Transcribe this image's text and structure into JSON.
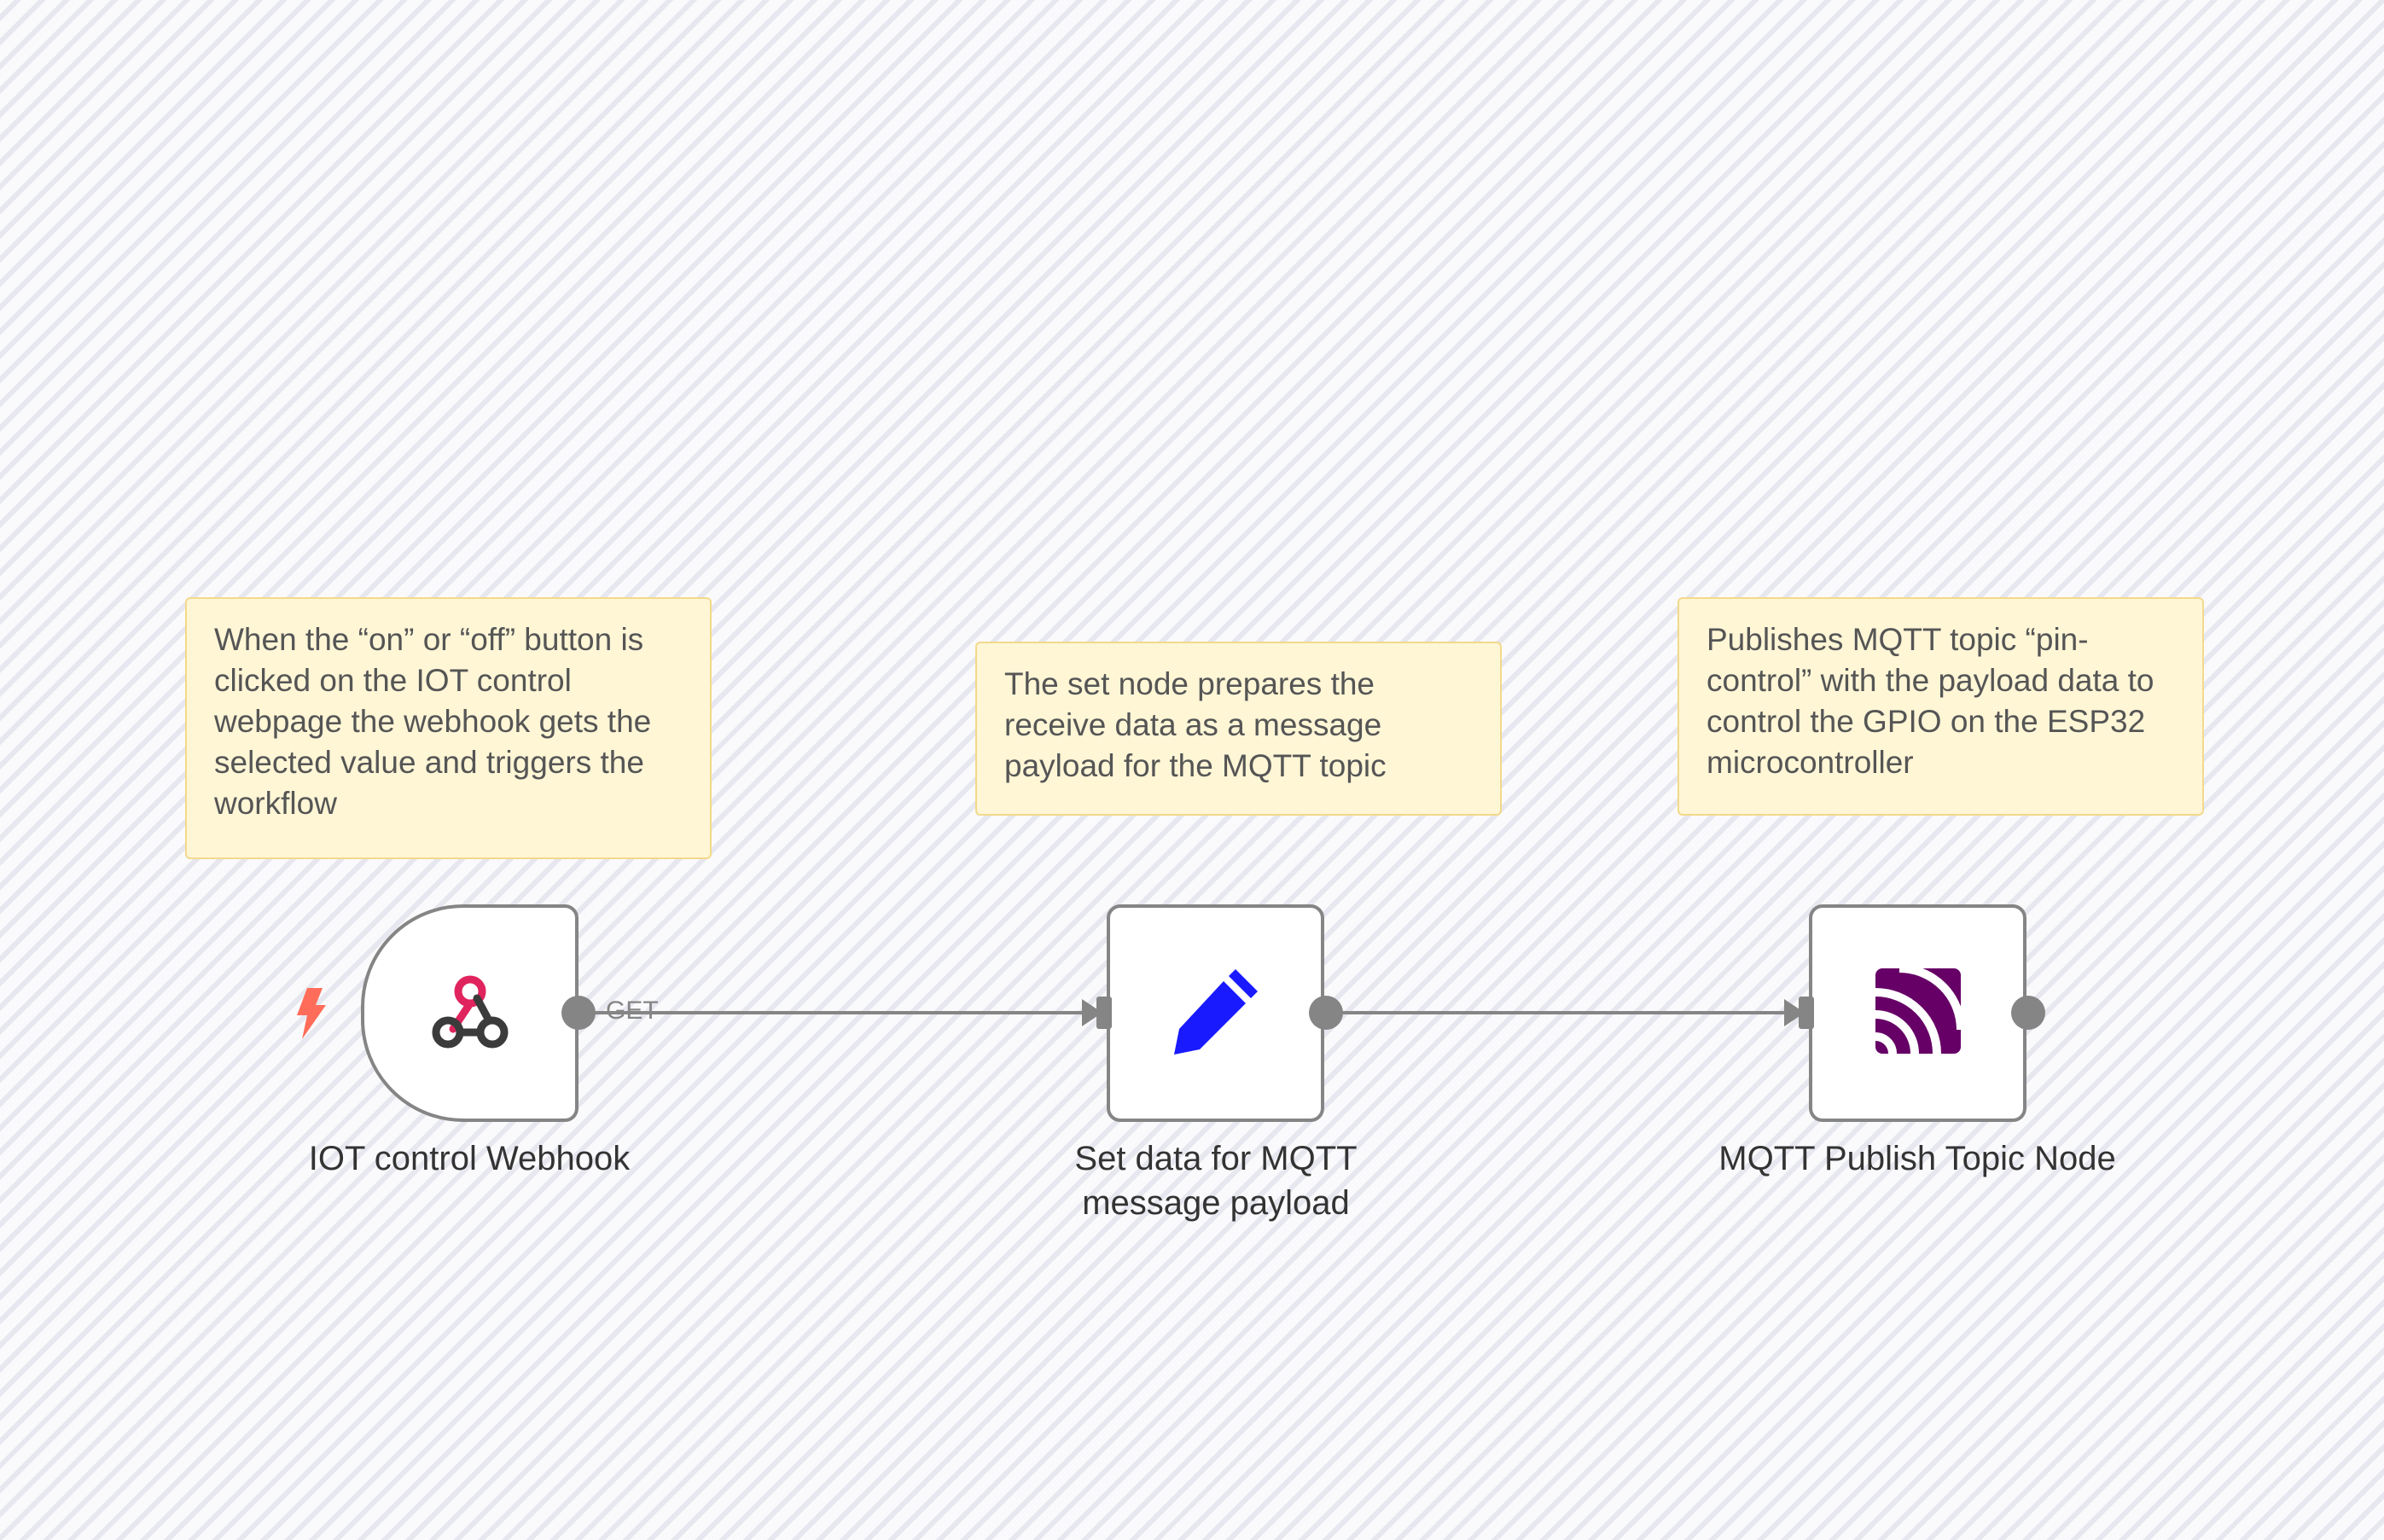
{
  "sticky_notes": [
    {
      "text": "When the “on” or “off” button is clicked on the IOT control webpage the webhook gets the selected value and triggers the workflow"
    },
    {
      "text": "The set node prepares the receive data as a message payload for the MQTT topic"
    },
    {
      "text": "Publishes MQTT topic “pin-control” with the payload data to control the GPIO on the ESP32 microcontroller"
    }
  ],
  "nodes": [
    {
      "label": "IOT control Webhook",
      "icon": "webhook-icon",
      "trigger_icon": "lightning-bolt-icon",
      "is_trigger": true
    },
    {
      "label": "Set data for MQTT message payload",
      "icon": "pencil-icon"
    },
    {
      "label": "MQTT Publish Topic Node",
      "icon": "mqtt-icon"
    }
  ],
  "connections": [
    {
      "from": "IOT control Webhook",
      "to": "Set data for MQTT message payload",
      "label": "GET"
    },
    {
      "from": "Set data for MQTT message payload",
      "to": "MQTT Publish Topic Node",
      "label": ""
    }
  ],
  "colors": {
    "sticky_bg": "#fff6d6",
    "sticky_border": "#f2d98b",
    "node_border": "#858585",
    "webhook_red": "#e0245e",
    "webhook_dark": "#3b3b3b",
    "set_blue": "#1a1aff",
    "mqtt_purple": "#660066",
    "trigger_orange": "#ff6d5a"
  }
}
